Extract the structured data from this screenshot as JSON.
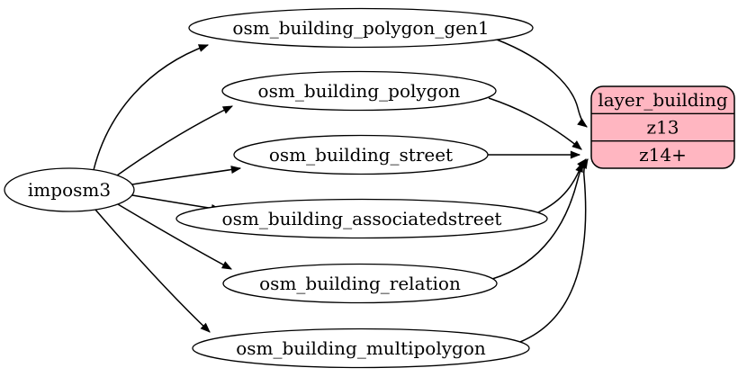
{
  "diagram": {
    "type": "etl-graph",
    "background_color": "#ffffff",
    "edge_color": "#000000",
    "node_fill": "#ffffff",
    "node_stroke": "#000000",
    "source_node": {
      "label": "imposm3"
    },
    "table_nodes": [
      {
        "label": "osm_building_polygon_gen1"
      },
      {
        "label": "osm_building_polygon"
      },
      {
        "label": "osm_building_street"
      },
      {
        "label": "osm_building_associatedstreet"
      },
      {
        "label": "osm_building_relation"
      },
      {
        "label": "osm_building_multipolygon"
      }
    ],
    "layer_node": {
      "title": "layer_building",
      "rows": [
        {
          "label": "z13"
        },
        {
          "label": "z14+"
        }
      ],
      "fill": "#ffb6c1",
      "stroke": "#000000"
    },
    "edges": [
      {
        "from": "imposm3",
        "to": "osm_building_polygon_gen1"
      },
      {
        "from": "imposm3",
        "to": "osm_building_polygon"
      },
      {
        "from": "imposm3",
        "to": "osm_building_street"
      },
      {
        "from": "imposm3",
        "to": "osm_building_associatedstreet"
      },
      {
        "from": "imposm3",
        "to": "osm_building_relation"
      },
      {
        "from": "imposm3",
        "to": "osm_building_multipolygon"
      },
      {
        "from": "osm_building_polygon_gen1",
        "to": "layer_building:z13"
      },
      {
        "from": "osm_building_polygon",
        "to": "layer_building:z14+"
      },
      {
        "from": "osm_building_street",
        "to": "layer_building:z14+"
      },
      {
        "from": "osm_building_associatedstreet",
        "to": "layer_building:z14+"
      },
      {
        "from": "osm_building_relation",
        "to": "layer_building:z14+"
      },
      {
        "from": "osm_building_multipolygon",
        "to": "layer_building:z14+"
      }
    ]
  }
}
